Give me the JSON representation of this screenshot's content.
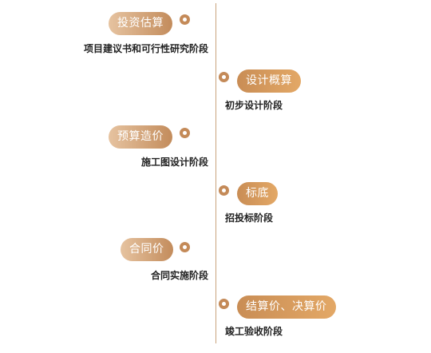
{
  "timeline": {
    "left": [
      {
        "title": "投资估算",
        "stage": "项目建议书和可行性研究阶段"
      },
      {
        "title": "预算造价",
        "stage": "施工图设计阶段"
      },
      {
        "title": "合同价",
        "stage": "合同实施阶段"
      }
    ],
    "right": [
      {
        "title": "设计概算",
        "stage": "初步设计阶段"
      },
      {
        "title": "标底",
        "stage": "招投标阶段"
      },
      {
        "title": "结算价、决算价",
        "stage": "竣工验收阶段"
      }
    ]
  },
  "colors": {
    "axis": "#c9a37c",
    "pill_left_start": "#e6c3a0",
    "pill_left_end": "#c38c5c",
    "pill_right_start": "#c98d55",
    "pill_right_end": "#e3a866",
    "dot": "#c48a58",
    "text": "#222222"
  }
}
